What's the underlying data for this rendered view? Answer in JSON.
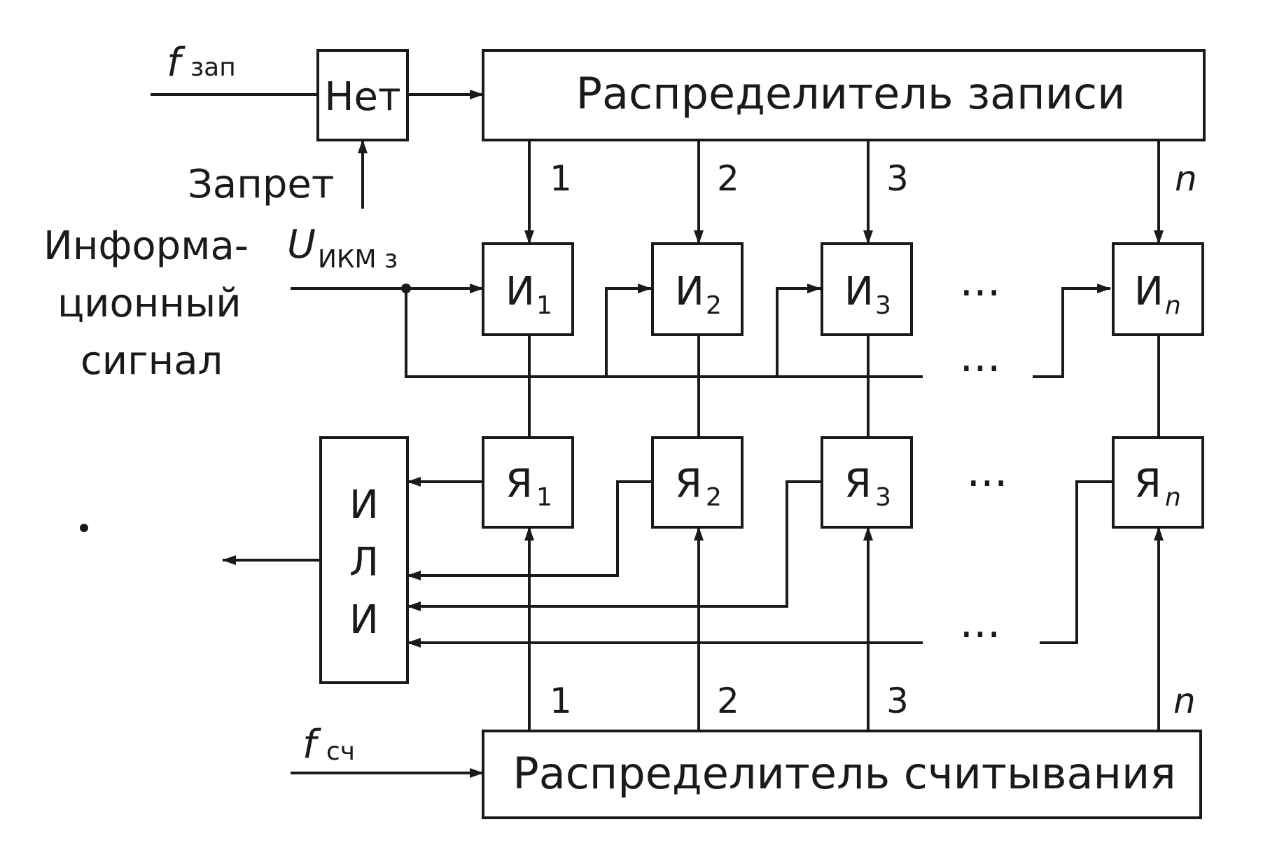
{
  "colors": {
    "ink": "#1a1a1a",
    "background": "#ffffff"
  },
  "blocks": {
    "not_gate": "Нет",
    "write_distributor": "Распределитель записи",
    "read_distributor": "Распределитель считывания",
    "or_gate": [
      "И",
      "Л",
      "И"
    ],
    "and_gates": [
      {
        "letter": "И",
        "index": "1"
      },
      {
        "letter": "И",
        "index": "2"
      },
      {
        "letter": "И",
        "index": "3"
      },
      {
        "letter": "И",
        "index": "n"
      }
    ],
    "cells": [
      {
        "letter": "Я",
        "index": "1"
      },
      {
        "letter": "Я",
        "index": "2"
      },
      {
        "letter": "Я",
        "index": "3"
      },
      {
        "letter": "Я",
        "index": "n"
      }
    ]
  },
  "signals": {
    "f_write": {
      "symbol": "f",
      "sub": "зап"
    },
    "f_read": {
      "symbol": "f",
      "sub": "сч"
    },
    "inhibit": "Запрет",
    "info_signal": [
      "Информа-",
      "ционный",
      "сигнал"
    ],
    "u_pcm": {
      "symbol": "U",
      "sub": "ИКМ з"
    }
  },
  "channels": {
    "write": [
      "1",
      "2",
      "3",
      "n"
    ],
    "read": [
      "1",
      "2",
      "3",
      "n"
    ]
  },
  "ellipsis": "···"
}
